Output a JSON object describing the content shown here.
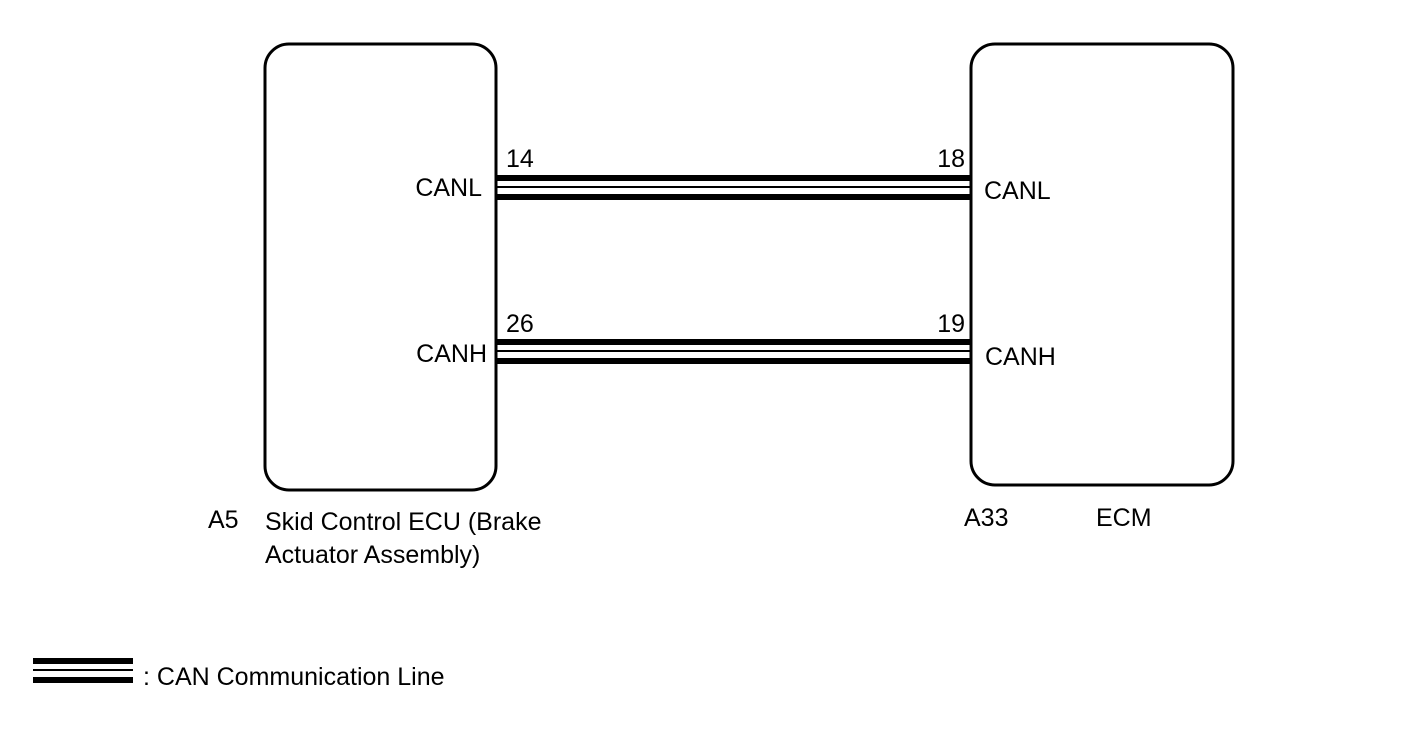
{
  "components": {
    "left": {
      "code": "A5",
      "name_line1": "Skid Control ECU (Brake",
      "name_line2": "Actuator Assembly)"
    },
    "right": {
      "code": "A33",
      "name": "ECM"
    }
  },
  "connections": [
    {
      "signal_left": "CANL",
      "pin_left": "14",
      "signal_right": "CANL",
      "pin_right": "18"
    },
    {
      "signal_left": "CANH",
      "pin_left": "26",
      "signal_right": "CANH",
      "pin_right": "19"
    }
  ],
  "legend": {
    "label": ": CAN Communication Line"
  },
  "colors": {
    "line": "#000000",
    "background": "#ffffff"
  }
}
